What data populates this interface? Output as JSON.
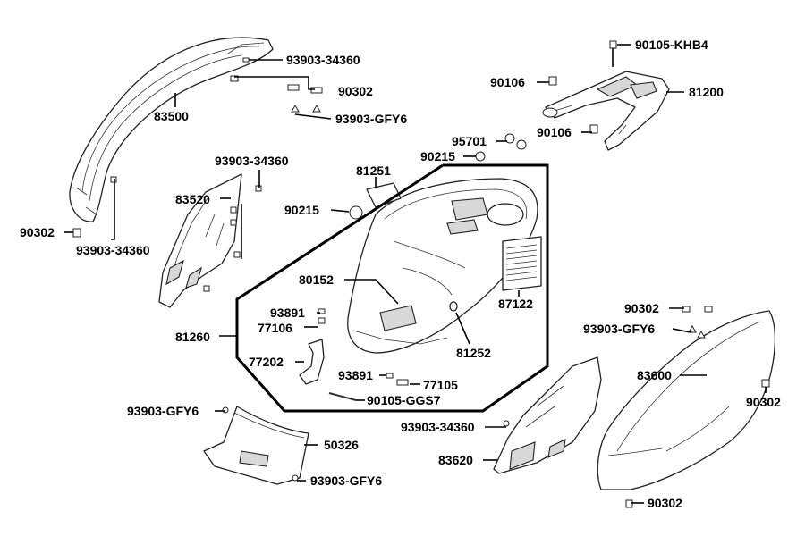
{
  "labels": {
    "p93903_34360_a": "93903-34360",
    "p90302_a": "90302",
    "p93903_gfy6_a": "93903-GFY6",
    "p83500": "83500",
    "p90302_b": "90302",
    "p93903_34360_b": "93903-34360",
    "p93903_34360_c": "93903-34360",
    "p83520": "83520",
    "p90105_khb4": "90105-KHB4",
    "p90106_a": "90106",
    "p81200": "81200",
    "p90106_b": "90106",
    "p95701": "95701",
    "p90215_a": "90215",
    "p81251": "81251",
    "p90215_b": "90215",
    "p80152": "80152",
    "p87122": "87122",
    "p93891_a": "93891",
    "p77106": "77106",
    "p81260": "81260",
    "p81252": "81252",
    "p77202": "77202",
    "p93891_b": "93891",
    "p77105": "77105",
    "p90105_ggs7": "90105-GGS7",
    "p93903_gfy6_b": "93903-GFY6",
    "p50326": "50326",
    "p93903_gfy6_c": "93903-GFY6",
    "p90302_c": "90302",
    "p93903_gfy6_d": "93903-GFY6",
    "p83600": "83600",
    "p90302_d": "90302",
    "p93903_34360_d": "93903-34360",
    "p83620": "83620",
    "p90302_e": "90302"
  }
}
